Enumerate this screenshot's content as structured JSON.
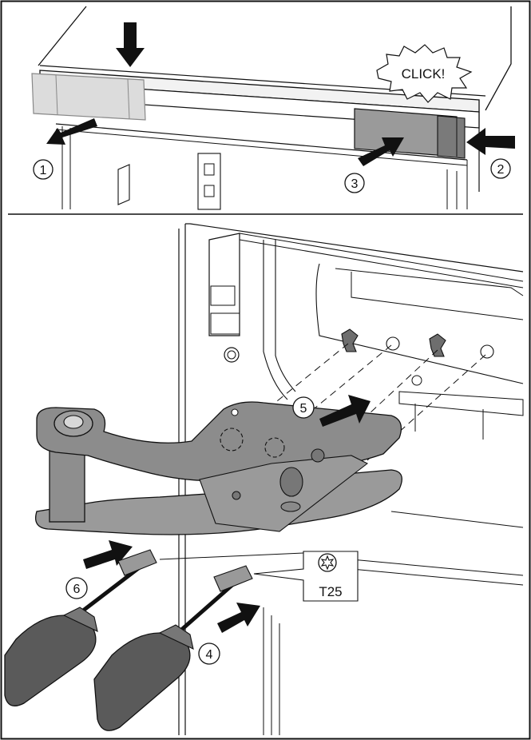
{
  "top_panel": {
    "click_text": "CLICK!",
    "steps": {
      "step1": "1",
      "step2": "2",
      "step3": "3"
    }
  },
  "bottom_panel": {
    "steps": {
      "step4": "4",
      "step5": "5",
      "step6": "6"
    },
    "tool": {
      "size": "T25",
      "icon": "torx-icon"
    }
  },
  "colors": {
    "outline": "#1a1a1a",
    "light_gray": "#d8d8d8",
    "mid_gray": "#9e9e9e",
    "dark_gray": "#6e6e6e",
    "handle": "#555555"
  }
}
